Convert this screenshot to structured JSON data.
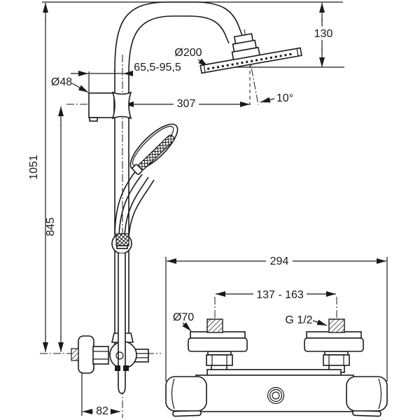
{
  "drawing": {
    "title": "Shower system with thermostatic mixer - dimensional drawing",
    "colors": {
      "line": "#1a1a1a",
      "background": "#ffffff"
    },
    "dimensions": {
      "top_height": "130",
      "head_diameter": "Ø200",
      "wall_distance_range": "65,5-95,5",
      "bracket_diameter": "Ø48",
      "arm_reach": "307",
      "head_angle": "10°",
      "total_height": "1051",
      "rail_height": "845",
      "mixer_width": "294",
      "connection_range": "137 - 163",
      "escutcheon_diameter": "Ø70",
      "thread_size": "G 1/2",
      "bottom_wall_distance": "82"
    }
  }
}
